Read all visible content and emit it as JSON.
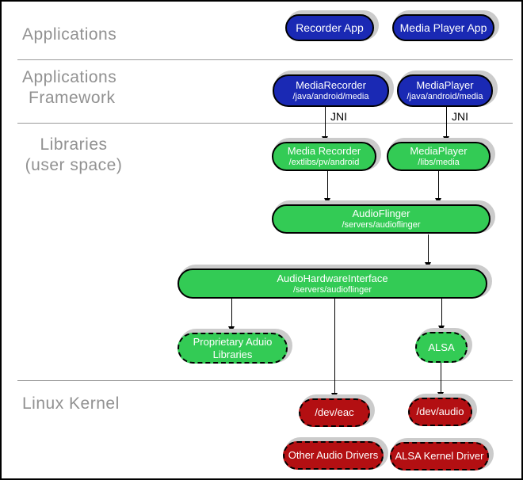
{
  "layers": {
    "applications": {
      "line1": "Applications"
    },
    "framework": {
      "line1": "Applications",
      "line2": "Framework"
    },
    "libraries": {
      "line1": "Libraries",
      "line2": "(user space)"
    },
    "kernel": {
      "line1": "Linux Kernel"
    }
  },
  "nodes": {
    "recorder_app": {
      "title": "Recorder App"
    },
    "media_player_app": {
      "title": "Media Player App"
    },
    "media_recorder_fw": {
      "title": "MediaRecorder",
      "subtitle": "/java/android/media"
    },
    "media_player_fw": {
      "title": "MediaPlayer",
      "subtitle": "/java/android/media"
    },
    "media_recorder_lib": {
      "title": "Media Recorder",
      "subtitle": "/extlibs/pv/android"
    },
    "media_player_lib": {
      "title": "MediaPlayer",
      "subtitle": "/libs/media"
    },
    "audioflinger": {
      "title": "AudioFlinger",
      "subtitle": "/servers/audioflinger"
    },
    "audio_hardware_interface": {
      "title": "AudioHardwareInterface",
      "subtitle": "/servers/audioflinger"
    },
    "proprietary_audio_libraries": {
      "title": "Proprietary Aduio Libraries"
    },
    "alsa": {
      "title": "ALSA"
    },
    "dev_eac": {
      "title": "/dev/eac"
    },
    "dev_audio": {
      "title": "/dev/audio"
    },
    "other_audio_drivers": {
      "title": "Other Audio Drivers"
    },
    "alsa_kernel_driver": {
      "title": "ALSA Kernel Driver"
    }
  },
  "edge_labels": {
    "jni_left": "JNI",
    "jni_right": "JNI"
  },
  "colors": {
    "app_blue": "#1a29b4",
    "lib_green": "#33cb55",
    "kernel_red": "#b30f12",
    "shadow_gray": "#cbcbcb",
    "label_gray": "#919191",
    "divider_gray": "#9a9a9a"
  }
}
